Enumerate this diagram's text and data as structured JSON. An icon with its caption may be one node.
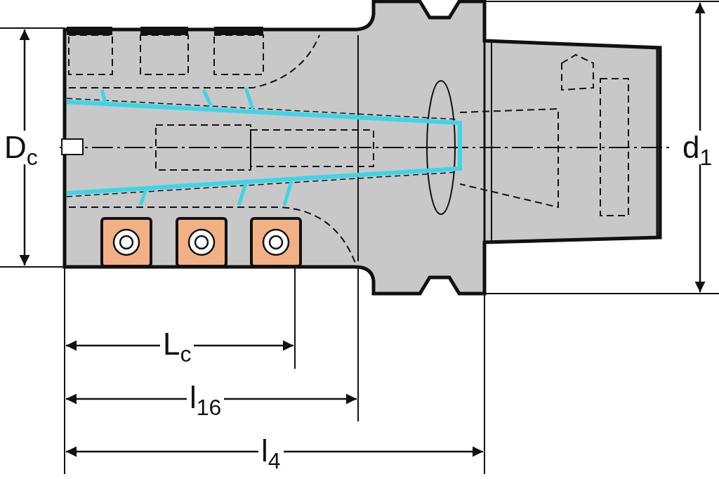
{
  "diagram": {
    "labels": [
      "D$_{c}$",
      "d$_{1}$",
      "L$_{c}$",
      "l$_{16}$",
      "l$_{4}$"
    ]
  }
}
